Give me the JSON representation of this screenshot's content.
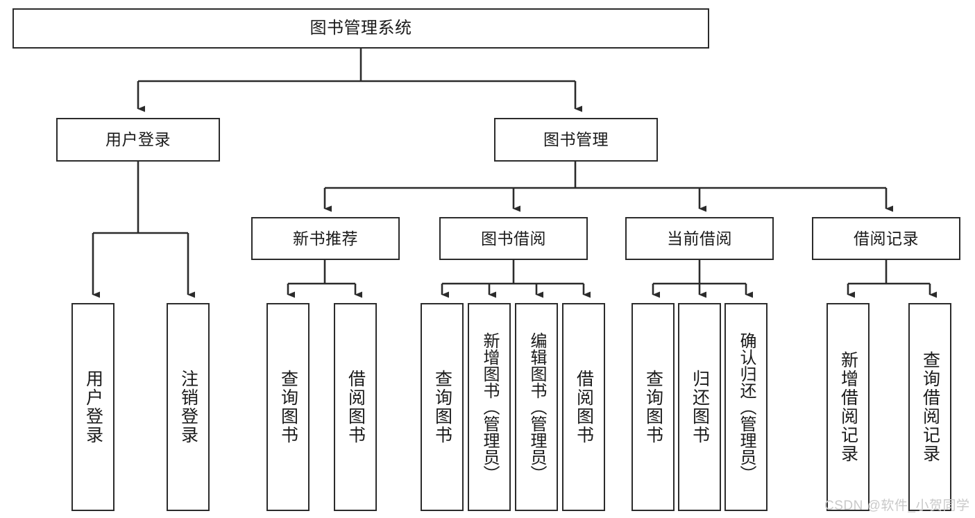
{
  "diagram": {
    "title": "图书管理系统",
    "type": "tree-hierarchy-chart",
    "background_color": "#ffffff",
    "line_color": "#2b2b2b",
    "box_fill": "#ffffff",
    "text_color": "#1a1a1a"
  },
  "watermark": {
    "text": "CSDN @软件_小贺同学",
    "color": "#c9c9c9"
  },
  "nodes": {
    "root": {
      "label": "图书管理系统"
    },
    "level2": [
      {
        "label": "用户登录"
      },
      {
        "label": "图书管理"
      }
    ],
    "level3": [
      {
        "label": "新书推荐"
      },
      {
        "label": "图书借阅"
      },
      {
        "label": "当前借阅"
      },
      {
        "label": "借阅记录"
      }
    ],
    "leaves": {
      "user_login": [
        {
          "label": "用户登录"
        },
        {
          "label": "注销登录"
        }
      ],
      "new_book_recommend": [
        {
          "label": "查询图书"
        },
        {
          "label": "借阅图书"
        }
      ],
      "book_borrow": [
        {
          "label": "查询图书"
        },
        {
          "label": "新增图书（管理员）"
        },
        {
          "label": "编辑图书（管理员）"
        },
        {
          "label": "借阅图书"
        }
      ],
      "current_borrow": [
        {
          "label": "查询图书"
        },
        {
          "label": "归还图书"
        },
        {
          "label": "确认归还（管理员）"
        }
      ],
      "borrow_record": [
        {
          "label": "新增借阅记录"
        },
        {
          "label": "查询借阅记录"
        }
      ]
    }
  }
}
